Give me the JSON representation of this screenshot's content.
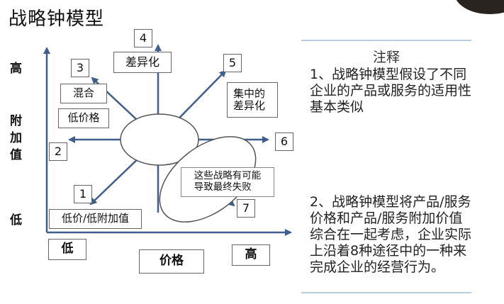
{
  "title": "战略钟模型",
  "y_axis": {
    "high": "高",
    "chars": [
      "附",
      "加",
      "值"
    ],
    "low": "低"
  },
  "x_axis": {
    "low": "低",
    "label": "价格",
    "high": "高"
  },
  "routes": [
    {
      "number": "1",
      "label": "低价/低附加值"
    },
    {
      "number": "2",
      "label": ""
    },
    {
      "number": "3",
      "label": "混合"
    },
    {
      "number": "4",
      "label": "差异化"
    },
    {
      "number": "5",
      "label": "集中的\n差异化"
    },
    {
      "number": "6",
      "label": ""
    },
    {
      "number": "7",
      "label": ""
    }
  ],
  "low_price_label": "低价格",
  "failure_note": "这些战略有可能\n导致最终失败",
  "notes": {
    "heading": "注释",
    "items": [
      "1、战略钟模型假设了不同企业的产品或服务的适用性基本类似",
      "2、战略钟模型将产品/服务价格和产品/服务附加价值综合在一起考虑，企业实际上沿着8种途径中的一种来完成企业的经营行为。"
    ]
  }
}
